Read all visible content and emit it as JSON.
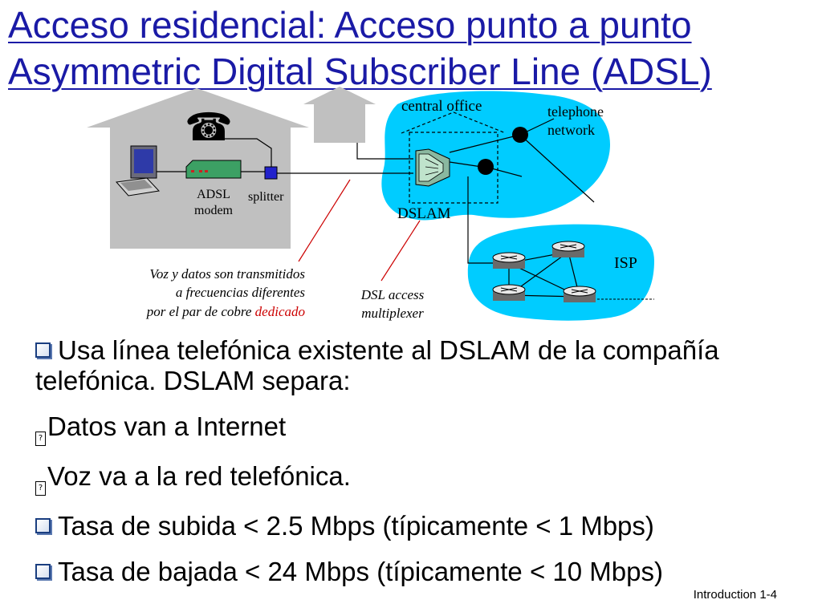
{
  "slide": {
    "title_line1": "Acceso residencial: Acceso punto a punto",
    "title_line2": "Asymmetric Digital Subscriber Line (ADSL)",
    "footer_section": "Introduction",
    "footer_page": "1-4"
  },
  "diagram": {
    "central_office": "central office",
    "telephone_network_1": "telephone",
    "telephone_network_2": "network",
    "adsl_modem_1": "ADSL",
    "adsl_modem_2": "modem",
    "splitter": "splitter",
    "dslam": "DSLAM",
    "isp": "ISP",
    "caption_voz_1": "Voz y datos son transmitidos",
    "caption_voz_2": "a frecuencias diferentes",
    "caption_voz_3_pre": "por el par de cobre ",
    "caption_voz_3_red": "dedicado",
    "caption_dsl_1": "DSL access",
    "caption_dsl_2": "multiplexer",
    "icons": [
      "telephone-icon",
      "computer-icon",
      "modem-icon",
      "splitter-icon",
      "dslam-icon",
      "router-icon"
    ]
  },
  "bullets": [
    "Usa línea telefónica existente al DSLAM de la compañía telefónica. DSLAM separa:",
    "Datos van a Internet",
    "Voz va a la red telefónica.",
    "Tasa de subida < 2.5 Mbps (típicamente < 1 Mbps)",
    "Tasa de bajada < 24 Mbps  (típicamente < 10 Mbps)"
  ],
  "colors": {
    "title": "#1a1aa6",
    "network_cloud": "#00ccff",
    "house": "#c0c0c0",
    "accent_red": "#cc0000"
  }
}
